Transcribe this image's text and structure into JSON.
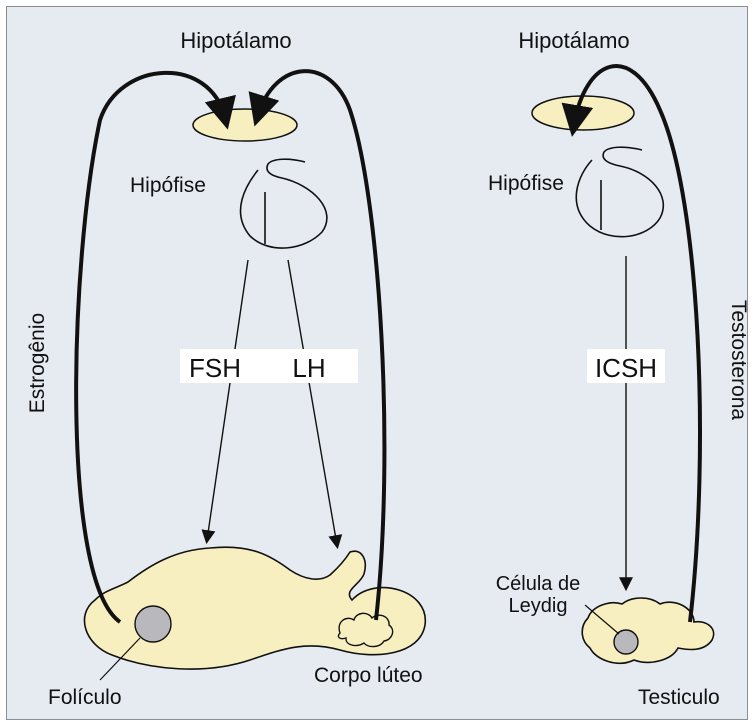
{
  "left": {
    "hypothalamus_label": "Hipotálamo",
    "pituitary_label": "Hipófise",
    "hormone_fsh": "FSH",
    "hormone_lh": "LH",
    "feedback_label": "Estrogênio",
    "follicle_label": "Folículo",
    "corpus_luteum_label": "Corpo lúteo"
  },
  "right": {
    "hypothalamus_label": "Hipotálamo",
    "pituitary_label": "Hipófise",
    "hormone_icsh": "ICSH",
    "feedback_label": "Testosterona",
    "leydig_label_line1": "Célula de",
    "leydig_label_line2": "Leydig",
    "testis_label": "Testiculo"
  },
  "colors": {
    "background": "#e6ebf1",
    "organ_fill": "#f7efc0",
    "cell_fill": "#b9b9bd",
    "stroke": "#111111"
  }
}
